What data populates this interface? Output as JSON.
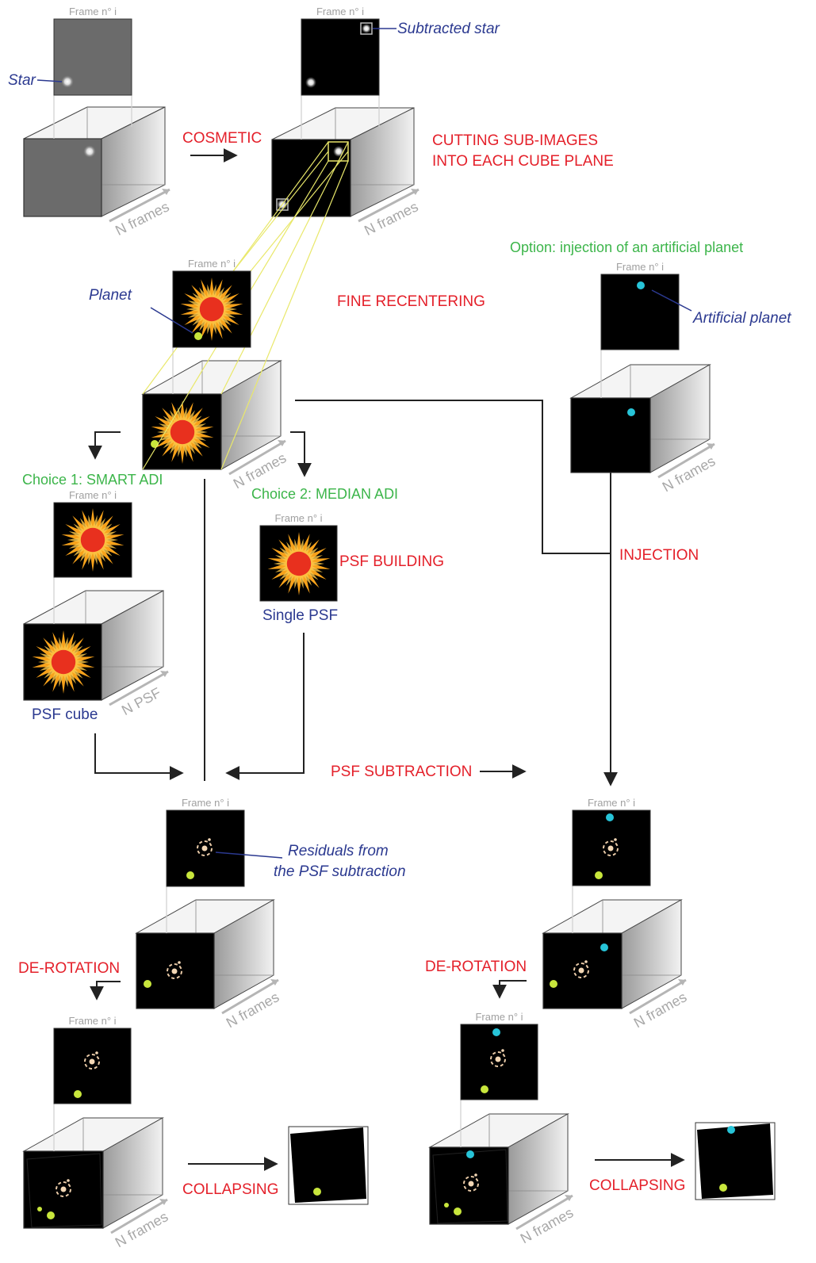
{
  "labels": {
    "frame": "Frame n° i",
    "n_frames": "N frames",
    "n_psf": "N PSF",
    "star": "Star",
    "subtracted_star": "Subtracted star",
    "cosmetic": "COSMETIC",
    "cutting_line1": "CUTTING  SUB-IMAGES",
    "cutting_line2": "INTO EACH CUBE PLANE",
    "planet": "Planet",
    "fine_recentering": "FINE RECENTERING",
    "option": "Option: injection of an artificial planet",
    "artificial_planet": "Artificial planet",
    "choice1": "Choice 1: SMART ADI",
    "choice2": "Choice 2: MEDIAN ADI",
    "psf_building": "PSF BUILDING",
    "single_psf": "Single PSF",
    "psf_cube": "PSF cube",
    "injection": "INJECTION",
    "psf_subtraction": "PSF SUBTRACTION",
    "residuals_line1": "Residuals from",
    "residuals_line2": "the PSF subtraction",
    "derotation": "DE-ROTATION",
    "collapsing": "COLLAPSING"
  },
  "colors": {
    "label_red": "#e4202a",
    "label_green": "#3cb54a",
    "label_blue": "#2b3990",
    "planet_yellow": "#c8e63c",
    "artificial_planet_cyan": "#27c4d8",
    "psf_red": "#e8301e",
    "psf_orange": "#f7a21b",
    "connector_yellow": "#e9e86a"
  },
  "icons": {
    "star": "star-icon",
    "psf": "sun-burst-icon",
    "planet": "planet-dot-icon",
    "residual": "residual-ring-icon"
  }
}
